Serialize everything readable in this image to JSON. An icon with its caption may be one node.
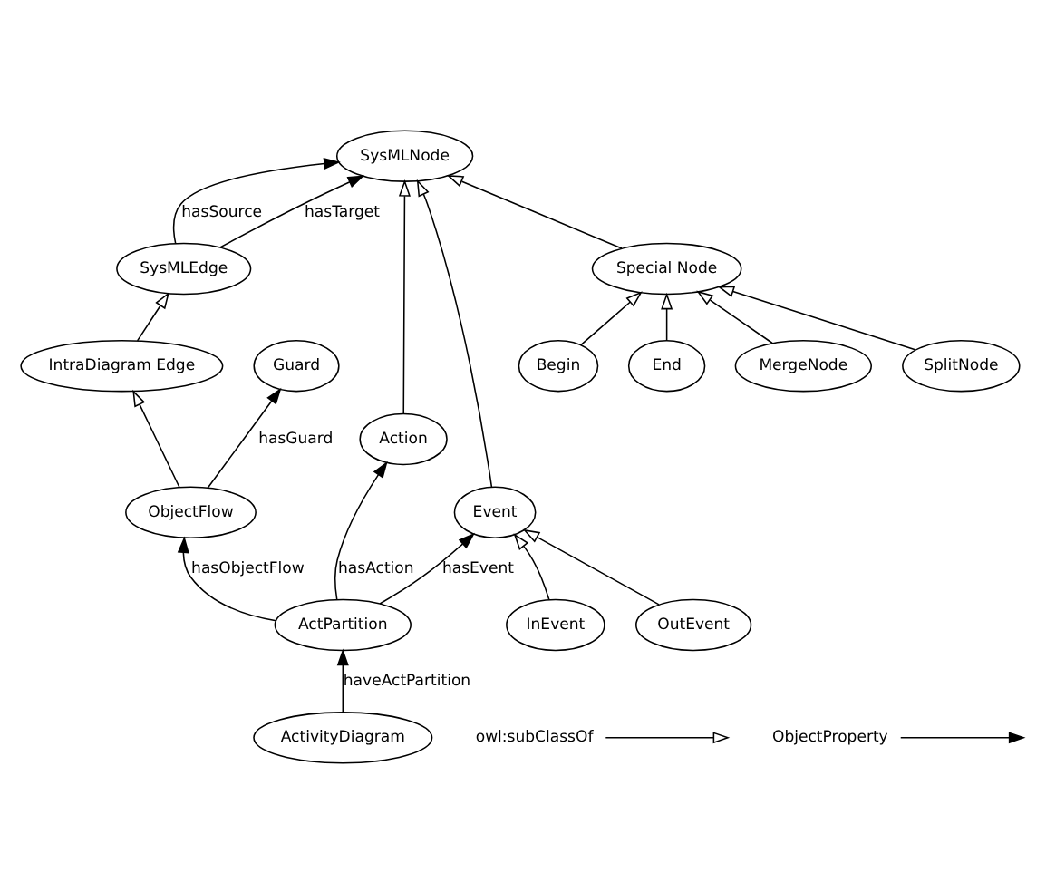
{
  "diagram": {
    "nodes": [
      {
        "text": [
          "ActivityDiagram"
        ]
      },
      {
        "text": [
          "ActPartition"
        ]
      },
      {
        "text": [
          "Action"
        ]
      },
      {
        "text": [
          "Event"
        ]
      },
      {
        "text": [
          "InEvent"
        ]
      },
      {
        "text": [
          "OutEvent"
        ]
      },
      {
        "text": [
          "SysMLNode"
        ]
      },
      {
        "text": [
          "Special Node"
        ]
      },
      {
        "text": [
          "Begin"
        ]
      },
      {
        "text": [
          "End"
        ]
      },
      {
        "text": [
          "MergeNode"
        ]
      },
      {
        "text": [
          "SplitNode"
        ]
      },
      {
        "text": [
          "SysMLEdge"
        ]
      },
      {
        "text": [
          "IntraDiagram Edge"
        ]
      },
      {
        "text": [
          "ObjectFlow"
        ]
      },
      {
        "text": [
          "Guard"
        ]
      }
    ],
    "edges": [
      {
        "from": 0,
        "to": 1,
        "arrow": "to",
        "label": "haveActPartition"
      },
      {
        "from": 1,
        "to": 2,
        "arrow": "to",
        "label": "hasAction"
      },
      {
        "from": 1,
        "to": 3,
        "arrow": "to",
        "label": "hasEvent"
      },
      {
        "from": 1,
        "to": 14,
        "arrow": "to",
        "label": "hasObjectFlow"
      },
      {
        "from": 4,
        "to": 3,
        "arrow": "to"
      },
      {
        "from": 5,
        "to": 3,
        "arrow": "to"
      },
      {
        "from": 2,
        "to": 6,
        "arrow": "to"
      },
      {
        "from": 3,
        "to": 6,
        "arrow": "to"
      },
      {
        "from": 7,
        "to": 6,
        "arrow": "to"
      },
      {
        "from": 8,
        "to": 7,
        "arrow": "to"
      },
      {
        "from": 9,
        "to": 7,
        "arrow": "to"
      },
      {
        "from": 10,
        "to": 7,
        "arrow": "to"
      },
      {
        "from": 11,
        "to": 7,
        "arrow": "to"
      },
      {
        "from": 12,
        "to": 6,
        "arrow": "to",
        "label": "hasTarget"
      },
      {
        "from": 12,
        "to": 6,
        "arrow": "to",
        "label": "hasSource"
      },
      {
        "from": 13,
        "to": 12,
        "arrow": "to"
      },
      {
        "from": 14,
        "to": 13,
        "arrow": "to"
      },
      {
        "from": 14,
        "to": 15,
        "arrow": "to",
        "label": "hasGuard"
      }
    ],
    "legend": [
      {
        "text": "owl:subClassOf"
      },
      {
        "text": "ObjectProperty"
      }
    ]
  }
}
